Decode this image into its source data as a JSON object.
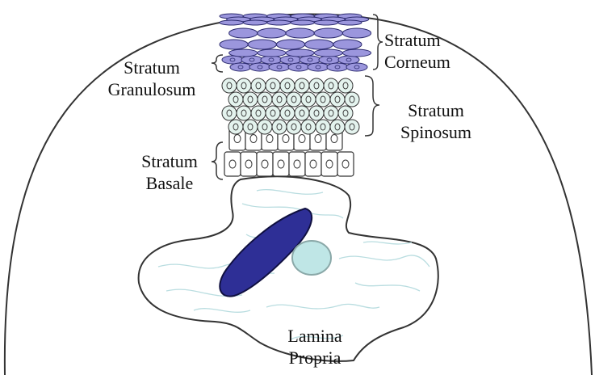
{
  "labels": {
    "stratum_corneum": [
      "Stratum",
      "Corneum"
    ],
    "stratum_granulosum": [
      "Stratum",
      "Granulosum"
    ],
    "stratum_spinosum": [
      "Stratum",
      "Spinosum"
    ],
    "stratum_basale": [
      "Stratum",
      "Basale"
    ],
    "lamina_propria": [
      "Lamina",
      "Propria"
    ]
  },
  "colors": {
    "corneum_fill": "#9b96dd",
    "corneum_stroke": "#2b2a6e",
    "spinosum_fill": "#e4f3ee",
    "basale_fill": "#ffffff",
    "outline": "#333333",
    "fibers": "#b9dde0",
    "dark_cell_fill": "#2e2f96",
    "dark_cell_stroke": "#101040",
    "round_cell_fill": "#bfe6e6",
    "round_cell_stroke": "#8aa8a8"
  }
}
